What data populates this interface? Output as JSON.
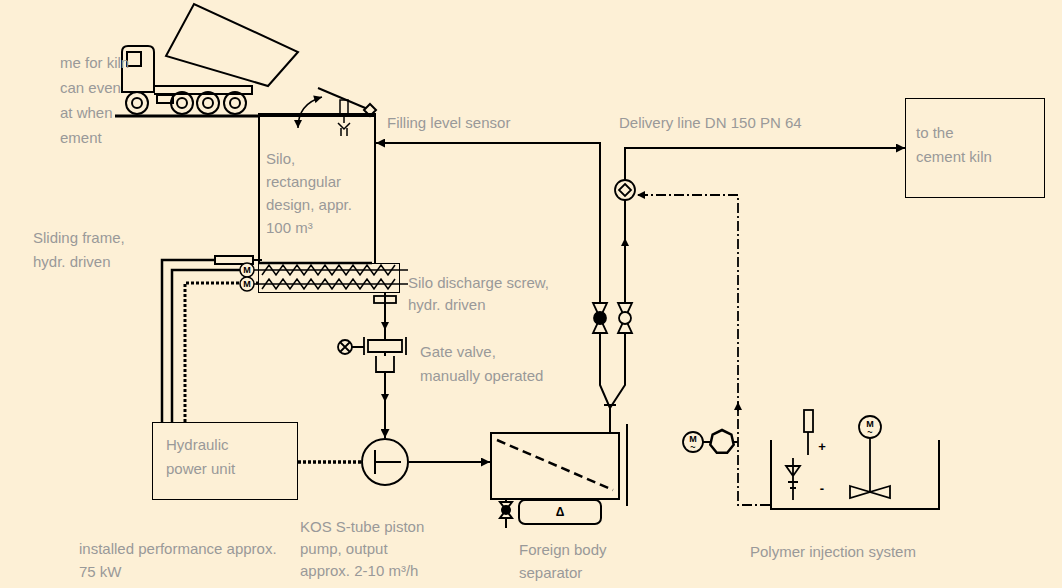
{
  "diagram": {
    "nodes": [
      {
        "text": [
          "Silo, rectangular design, appr. 100 m³"
        ]
      },
      {
        "text": [
          "Silo discharge screw, hydr. driven"
        ]
      },
      {
        "text": [
          "Hydraulic power unit",
          "installed performance approx. 75 kW"
        ]
      },
      {
        "text": [
          "KOS S-tube piston pump, output approx. 2-10 m³/h"
        ]
      },
      {
        "text": [
          "Foreign body separator"
        ]
      },
      {
        "text": [
          "to the cement kiln"
        ]
      },
      {
        "text": [
          "Polymer injection system"
        ]
      }
    ],
    "edges": [
      {
        "from": 1,
        "to": 3,
        "arrow": "to"
      },
      {
        "from": 3,
        "to": 4,
        "arrow": "to"
      },
      {
        "from": 4,
        "to": 5,
        "arrow": "to"
      },
      {
        "from": 4,
        "to": 0,
        "arrow": "to"
      },
      {
        "from": 2,
        "to": 1,
        "arrow": "none"
      },
      {
        "from": 2,
        "to": 3,
        "arrow": "none"
      }
    ],
    "labels": [
      "me for kiln can even at when ement",
      "Filling level sensor",
      "Delivery line DN 150 PN 64",
      "Sliding frame, hydr. driven",
      "Gate valve, manually operated",
      "M",
      "M",
      "M",
      "~",
      "M",
      "~",
      "Δ",
      "+",
      "-"
    ]
  }
}
